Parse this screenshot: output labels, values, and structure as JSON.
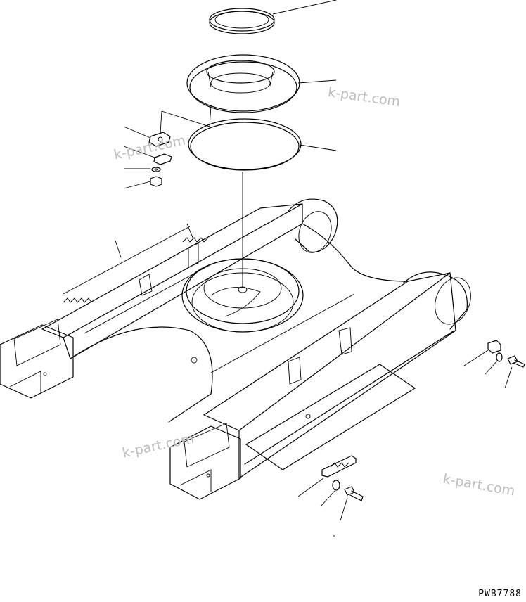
{
  "watermarks": [
    "k-part.com",
    "k-part.com",
    "k-part.com",
    "k-part.com"
  ],
  "drawing_code": "PWB7788"
}
